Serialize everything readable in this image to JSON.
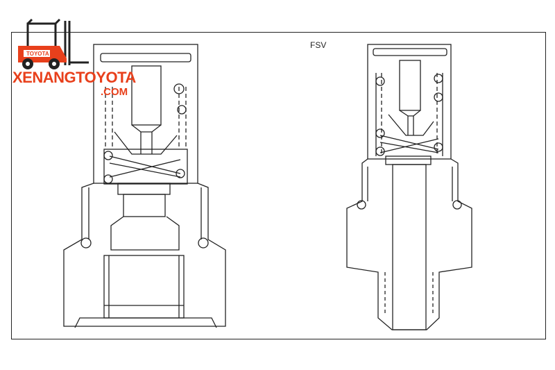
{
  "diagram": {
    "label": "FSV",
    "colors": {
      "line": "#222222",
      "accent": "#e8401c"
    }
  },
  "logo": {
    "name": "XENANGTOYOTA",
    "suffix": ".COM",
    "badge": "TOYOTA",
    "icon": "forklift-icon"
  }
}
